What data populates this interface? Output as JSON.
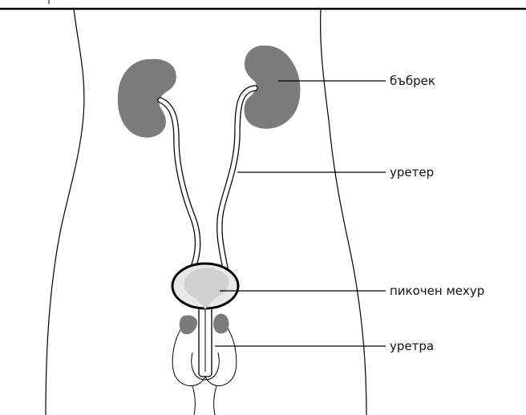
{
  "diagram": {
    "labels": {
      "kidney": "бъбрек",
      "ureter": "уретер",
      "bladder": "пикочен мехур",
      "urethra": "уретра"
    },
    "colors": {
      "organ_dark": "#7b7b7b",
      "organ_light": "#d0d0d0",
      "bladder_fill": "#e8e8e8",
      "outline": "#000000",
      "background": "#ffffff"
    }
  }
}
